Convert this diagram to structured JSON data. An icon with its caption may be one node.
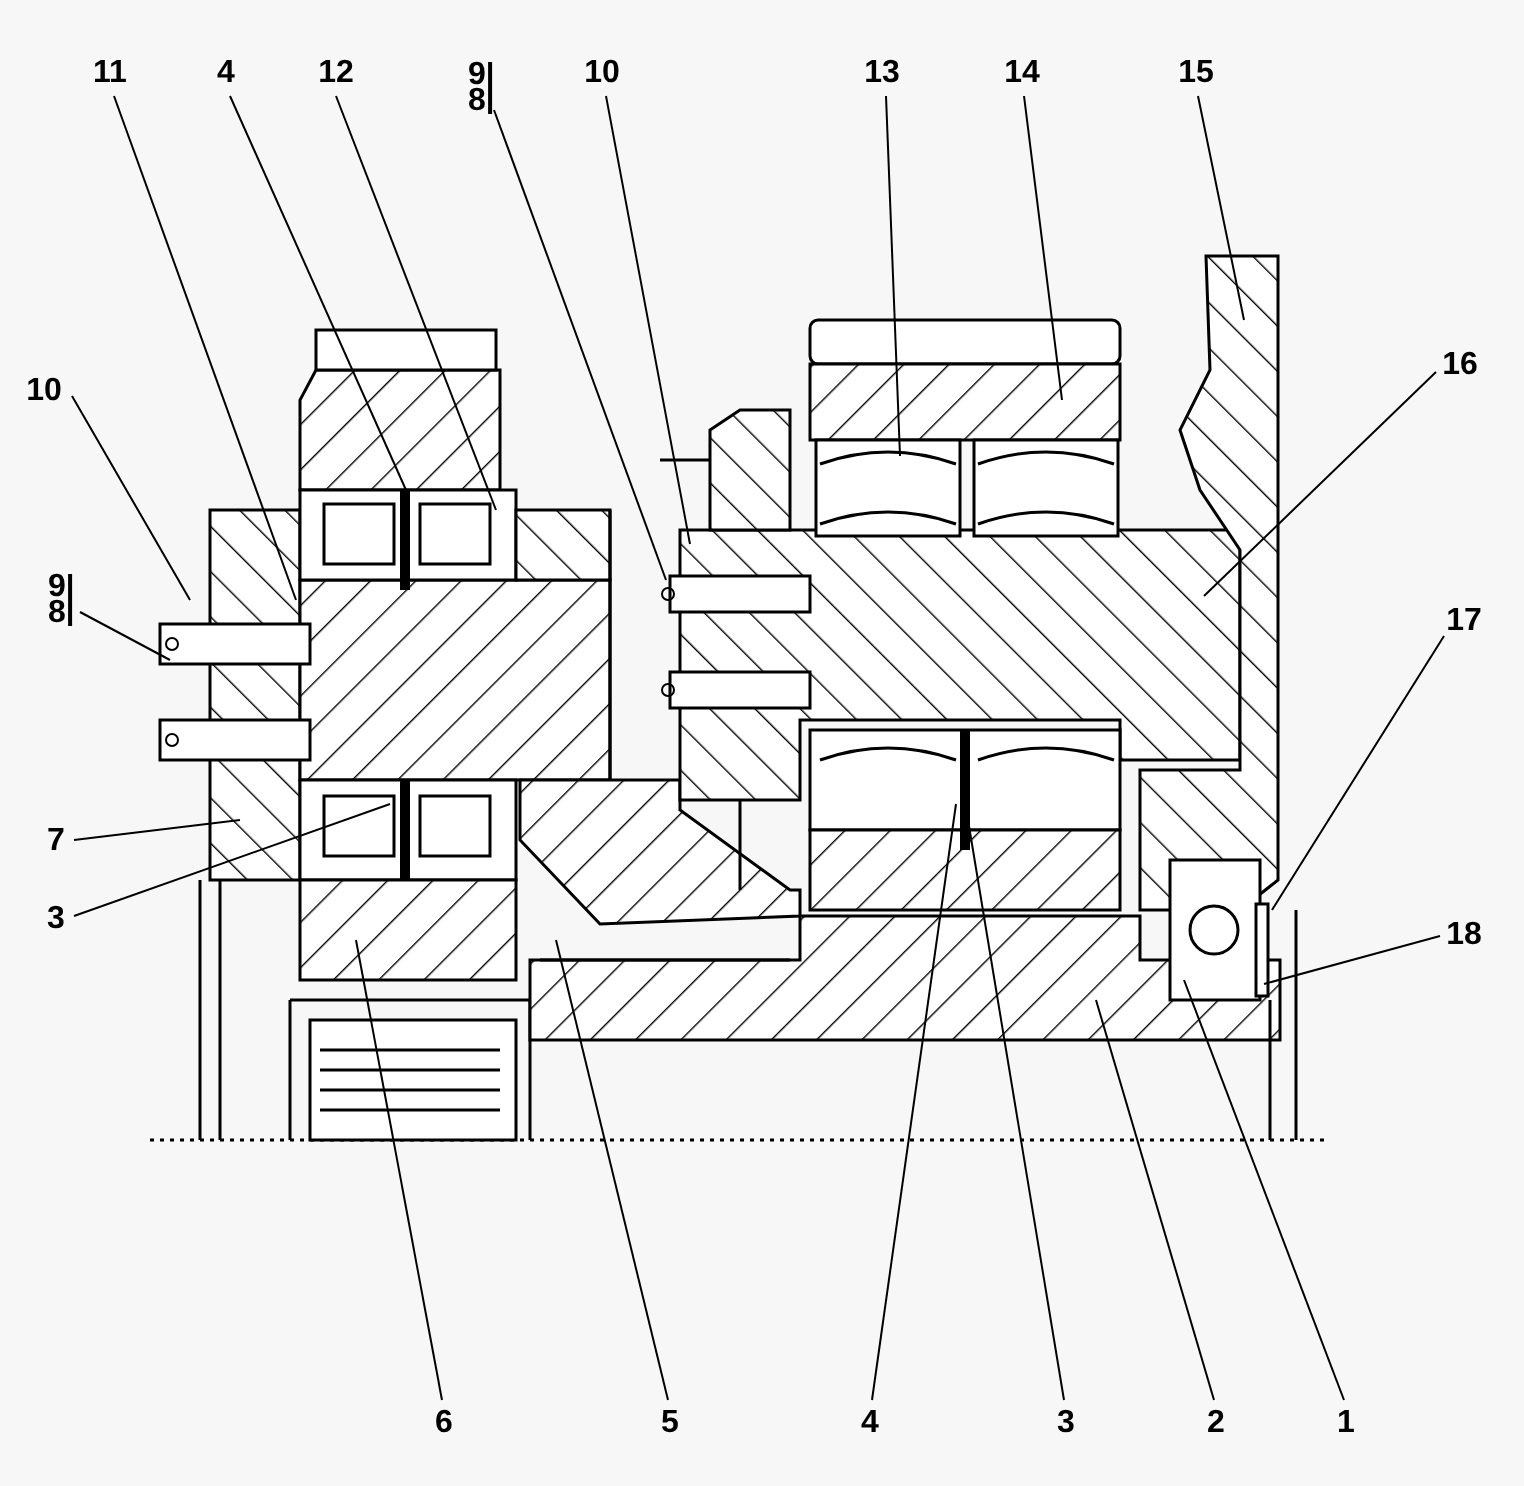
{
  "diagram": {
    "nodes": [
      {
        "text": [
          "11"
        ]
      },
      {
        "text": [
          "4"
        ]
      },
      {
        "text": [
          "12"
        ]
      },
      {
        "text": [
          "9",
          "8"
        ]
      },
      {
        "text": [
          "10"
        ]
      },
      {
        "text": [
          "13"
        ]
      },
      {
        "text": [
          "14"
        ]
      },
      {
        "text": [
          "15"
        ]
      },
      {
        "text": [
          "16"
        ]
      },
      {
        "text": [
          "10"
        ]
      },
      {
        "text": [
          "9",
          "8"
        ]
      },
      {
        "text": [
          "17"
        ]
      },
      {
        "text": [
          "7"
        ]
      },
      {
        "text": [
          "3"
        ]
      },
      {
        "text": [
          "18"
        ]
      },
      {
        "text": [
          "6"
        ]
      },
      {
        "text": [
          "5"
        ]
      },
      {
        "text": [
          "4"
        ]
      },
      {
        "text": [
          "3"
        ]
      },
      {
        "text": [
          "2"
        ]
      },
      {
        "text": [
          "1"
        ]
      }
    ],
    "edges": [
      {
        "from": 0,
        "to": null,
        "arrow": "none"
      },
      {
        "from": 1,
        "to": null,
        "arrow": "none"
      },
      {
        "from": 2,
        "to": null,
        "arrow": "none"
      },
      {
        "from": 3,
        "to": null,
        "arrow": "none"
      },
      {
        "from": 4,
        "to": null,
        "arrow": "none"
      },
      {
        "from": 5,
        "to": null,
        "arrow": "none"
      },
      {
        "from": 6,
        "to": null,
        "arrow": "none"
      },
      {
        "from": 7,
        "to": null,
        "arrow": "none"
      },
      {
        "from": 8,
        "to": null,
        "arrow": "none"
      },
      {
        "from": 9,
        "to": null,
        "arrow": "none"
      },
      {
        "from": 10,
        "to": null,
        "arrow": "none"
      },
      {
        "from": 11,
        "to": null,
        "arrow": "none"
      },
      {
        "from": 12,
        "to": null,
        "arrow": "none"
      },
      {
        "from": 13,
        "to": null,
        "arrow": "none"
      },
      {
        "from": 14,
        "to": null,
        "arrow": "none"
      },
      {
        "from": 15,
        "to": null,
        "arrow": "none"
      },
      {
        "from": 16,
        "to": null,
        "arrow": "none"
      },
      {
        "from": 17,
        "to": null,
        "arrow": "none"
      },
      {
        "from": 18,
        "to": null,
        "arrow": "none"
      },
      {
        "from": 19,
        "to": null,
        "arrow": "none"
      },
      {
        "from": 20,
        "to": null,
        "arrow": "none"
      }
    ]
  }
}
